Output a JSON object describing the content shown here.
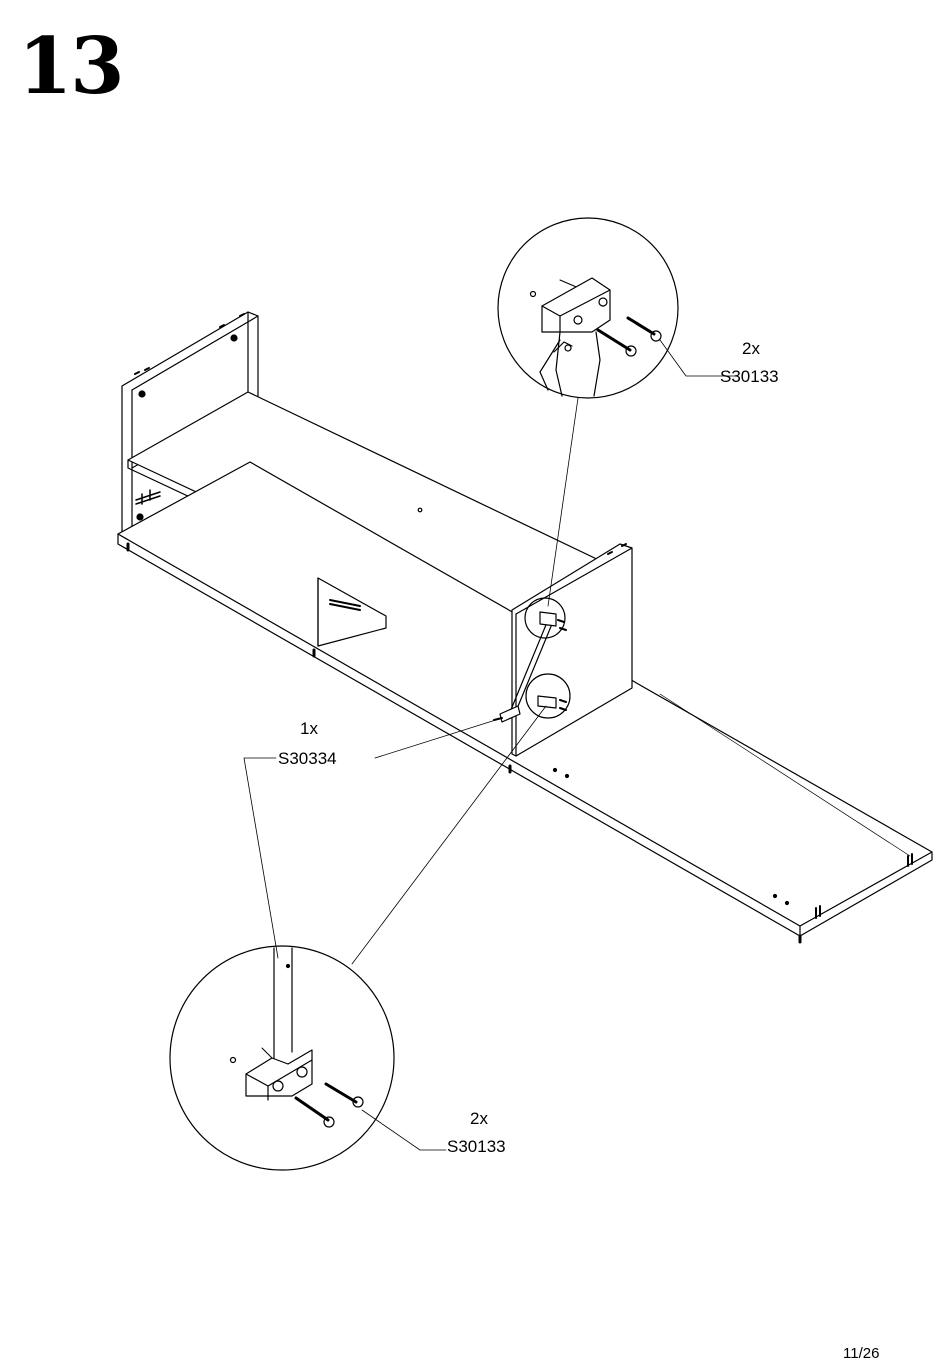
{
  "step": {
    "number": "13"
  },
  "callouts": {
    "top": {
      "qty": "2x",
      "part": "S30133"
    },
    "middle": {
      "qty": "1x",
      "part": "S30334"
    },
    "bottom": {
      "qty": "2x",
      "part": "S30133"
    }
  },
  "page": {
    "number": "11/26"
  }
}
